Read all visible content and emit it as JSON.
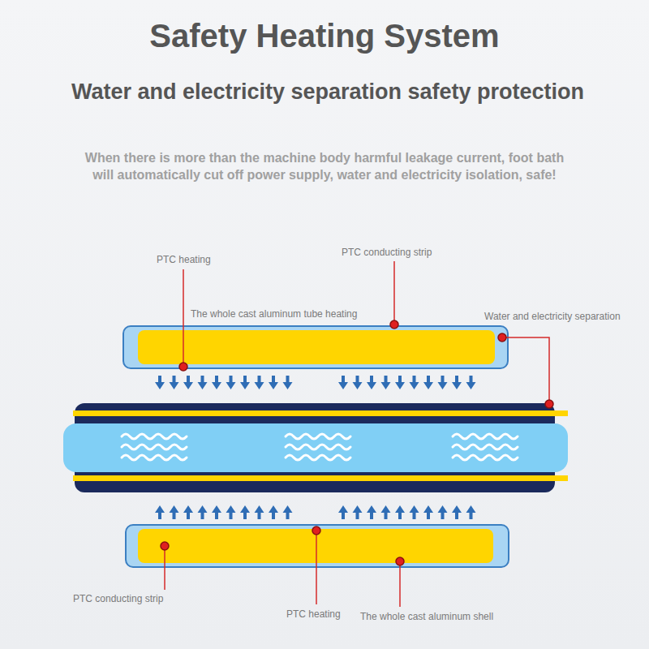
{
  "diagram": {
    "title": "Safety Heating System",
    "labels": [
      "Water and electricity separation safety protection",
      "When there is more than the machine body harmful leakage current, foot bath will automatically cut off power supply, water and electricity isolation, safe!",
      "PTC heating",
      "PTC conducting strip",
      "The whole cast aluminum tube heating",
      "Water and electricity separation",
      "PTC conducting strip",
      "PTC heating",
      "The whole cast aluminum shell"
    ]
  }
}
